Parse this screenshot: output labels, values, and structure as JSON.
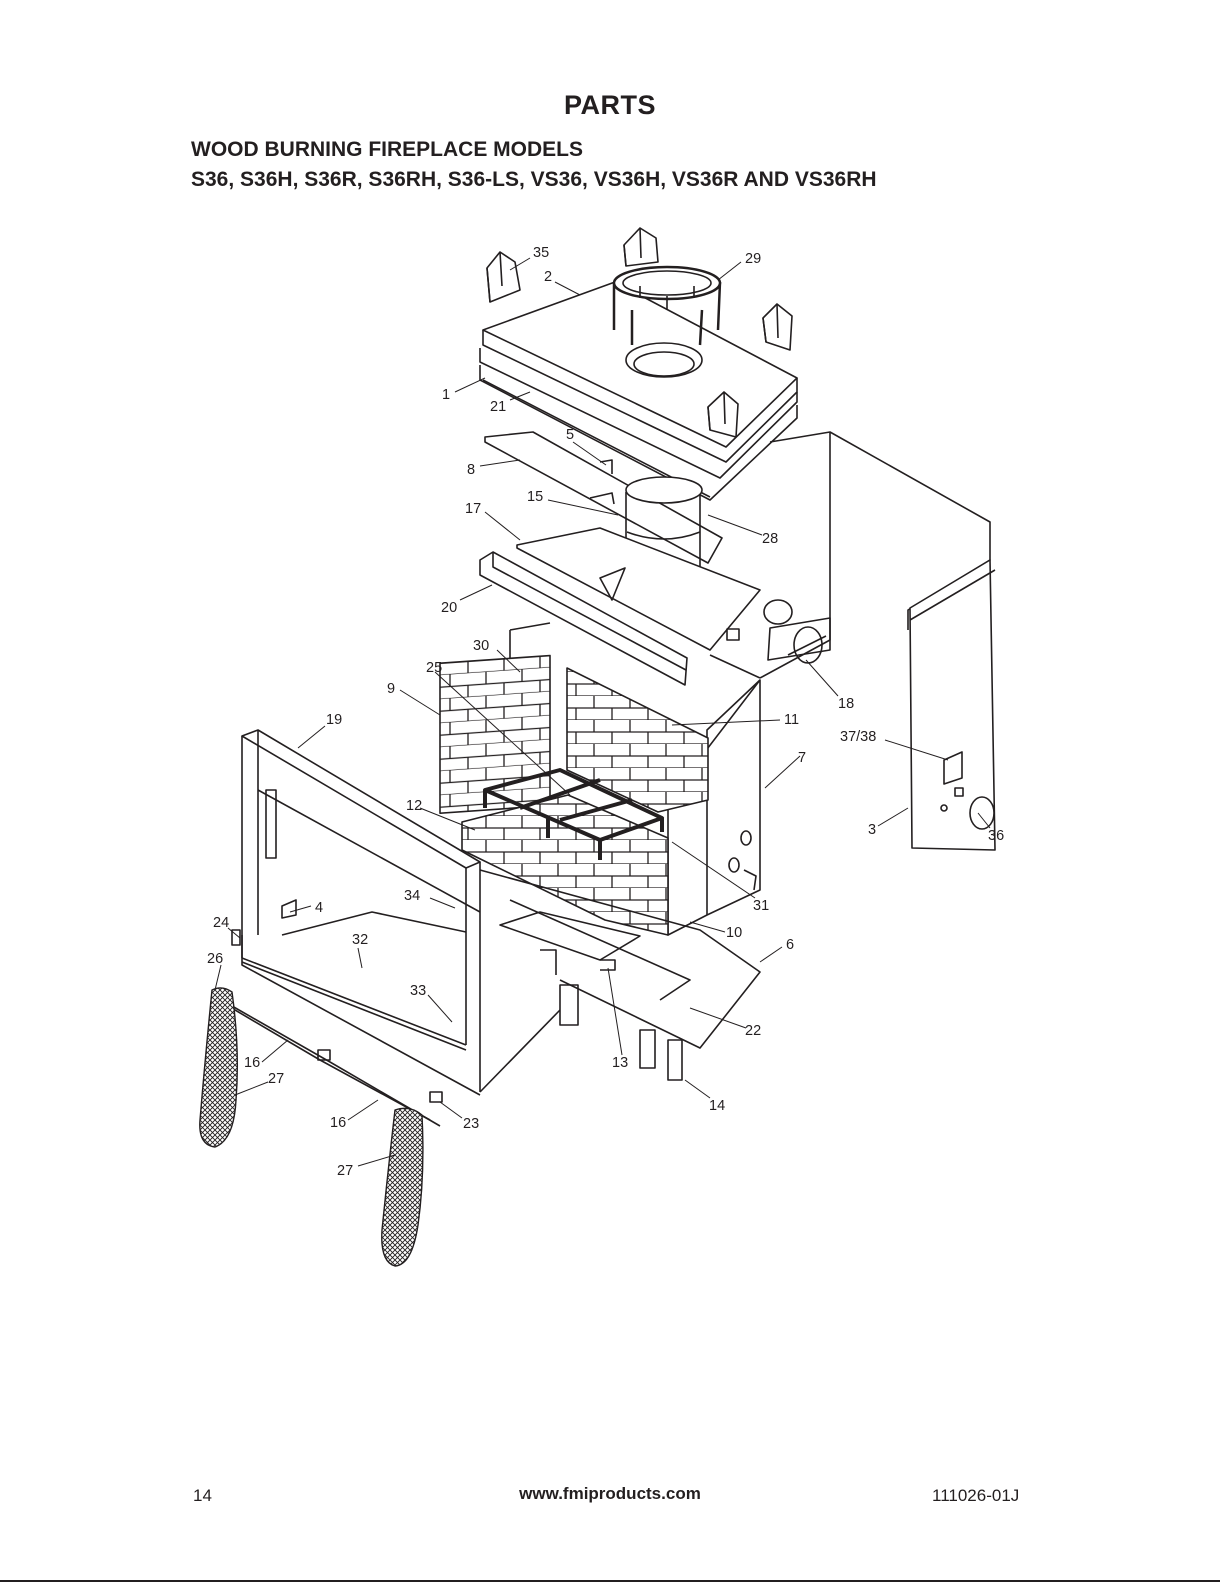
{
  "header": {
    "title": "PARTS",
    "subtitle_line1": "WOOD BURNING FIREPLACE MODELS",
    "subtitle_line2": "S36, S36H, S36R, S36RH, S36-LS, VS36, VS36H, VS36R AND VS36RH"
  },
  "callouts": {
    "c1": "1",
    "c2": "2",
    "c3": "3",
    "c4": "4",
    "c5": "5",
    "c6": "6",
    "c7": "7",
    "c8": "8",
    "c9": "9",
    "c10": "10",
    "c11": "11",
    "c12": "12",
    "c13": "13",
    "c14": "14",
    "c15": "15",
    "c16a": "16",
    "c16b": "16",
    "c17": "17",
    "c18": "18",
    "c19": "19",
    "c20": "20",
    "c21": "21",
    "c22": "22",
    "c23": "23",
    "c24": "24",
    "c25": "25",
    "c26": "26",
    "c27a": "27",
    "c27b": "27",
    "c28": "28",
    "c29": "29",
    "c30": "30",
    "c31": "31",
    "c32": "32",
    "c33": "33",
    "c34": "34",
    "c35": "35",
    "c36": "36",
    "c37_38": "37/38"
  },
  "footer": {
    "page_number": "14",
    "website": "www.fmiproducts.com",
    "doc_number": "111026-01J"
  }
}
